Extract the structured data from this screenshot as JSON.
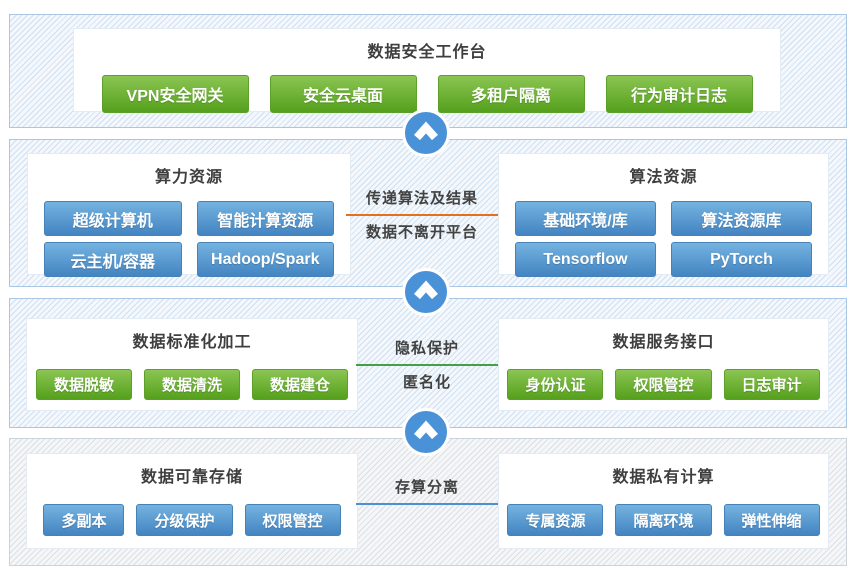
{
  "layer1": {
    "title": "数据安全工作台",
    "chips": [
      "VPN安全网关",
      "安全云桌面",
      "多租户隔离",
      "行为审计日志"
    ]
  },
  "layer2": {
    "left": {
      "title": "算力资源",
      "chips": [
        "超级计算机",
        "智能计算资源",
        "云主机/容器",
        "Hadoop/Spark"
      ]
    },
    "middle": {
      "line1": "传递算法及结果",
      "line2": "数据不离开平台",
      "divider_color": "#e2711d"
    },
    "right": {
      "title": "算法资源",
      "chips": [
        "基础环境/库",
        "算法资源库",
        "Tensorflow",
        "PyTorch"
      ]
    }
  },
  "layer3": {
    "left": {
      "title": "数据标准化加工",
      "chips": [
        "数据脱敏",
        "数据清洗",
        "数据建仓"
      ]
    },
    "middle": {
      "line1": "隐私保护",
      "line2": "匿名化",
      "divider_color": "#43a047"
    },
    "right": {
      "title": "数据服务接口",
      "chips": [
        "身份认证",
        "权限管控",
        "日志审计"
      ]
    }
  },
  "layer4": {
    "left": {
      "title": "数据可靠存储",
      "chips": [
        "多副本",
        "分级保护",
        "权限管控"
      ]
    },
    "middle": {
      "line1": "存算分离",
      "line2": "",
      "divider_color": "#4a90d2"
    },
    "right": {
      "title": "数据私有计算",
      "chips": [
        "专属资源",
        "隔离环境",
        "弹性伸缩"
      ]
    }
  },
  "colors": {
    "chip_green_top": "#8bc553",
    "chip_green_bottom": "#55a01c",
    "chip_blue_top": "#74b3e0",
    "chip_blue_bottom": "#4384c2",
    "band_stripe_blue": "#cfe0f0",
    "band_stripe_gray": "#dbdfe4",
    "arrow_circle": "#4a92d8"
  }
}
